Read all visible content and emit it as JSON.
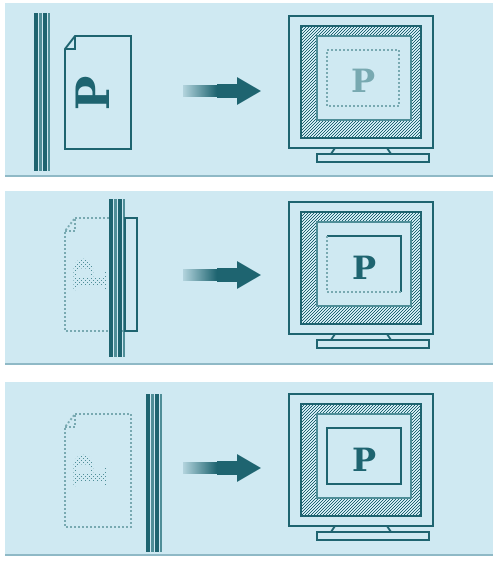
{
  "colors": {
    "background": "#ffffff",
    "panel_bg": "#cfe9f2",
    "panel_edge": "#8fb9c6",
    "ink": "#1e6470",
    "ink_light": "#4f8e98",
    "ink_faded": "#78a9b1"
  },
  "icons": {
    "document": "document-icon",
    "scanner_bar": "scanner-bar-icon",
    "arrow": "arrow-right-icon",
    "monitor": "monitor-icon"
  },
  "doc_letter": "P",
  "panels": [
    {
      "step": 1,
      "doc_letter": "P",
      "screen_letter": "P",
      "scan_progress": 0.0,
      "screen_image_strength": "faint"
    },
    {
      "step": 2,
      "doc_letter": "P",
      "screen_letter": "P",
      "scan_progress": 0.5,
      "screen_image_strength": "partial"
    },
    {
      "step": 3,
      "doc_letter": "P",
      "screen_letter": "P",
      "scan_progress": 1.0,
      "screen_image_strength": "full"
    }
  ]
}
